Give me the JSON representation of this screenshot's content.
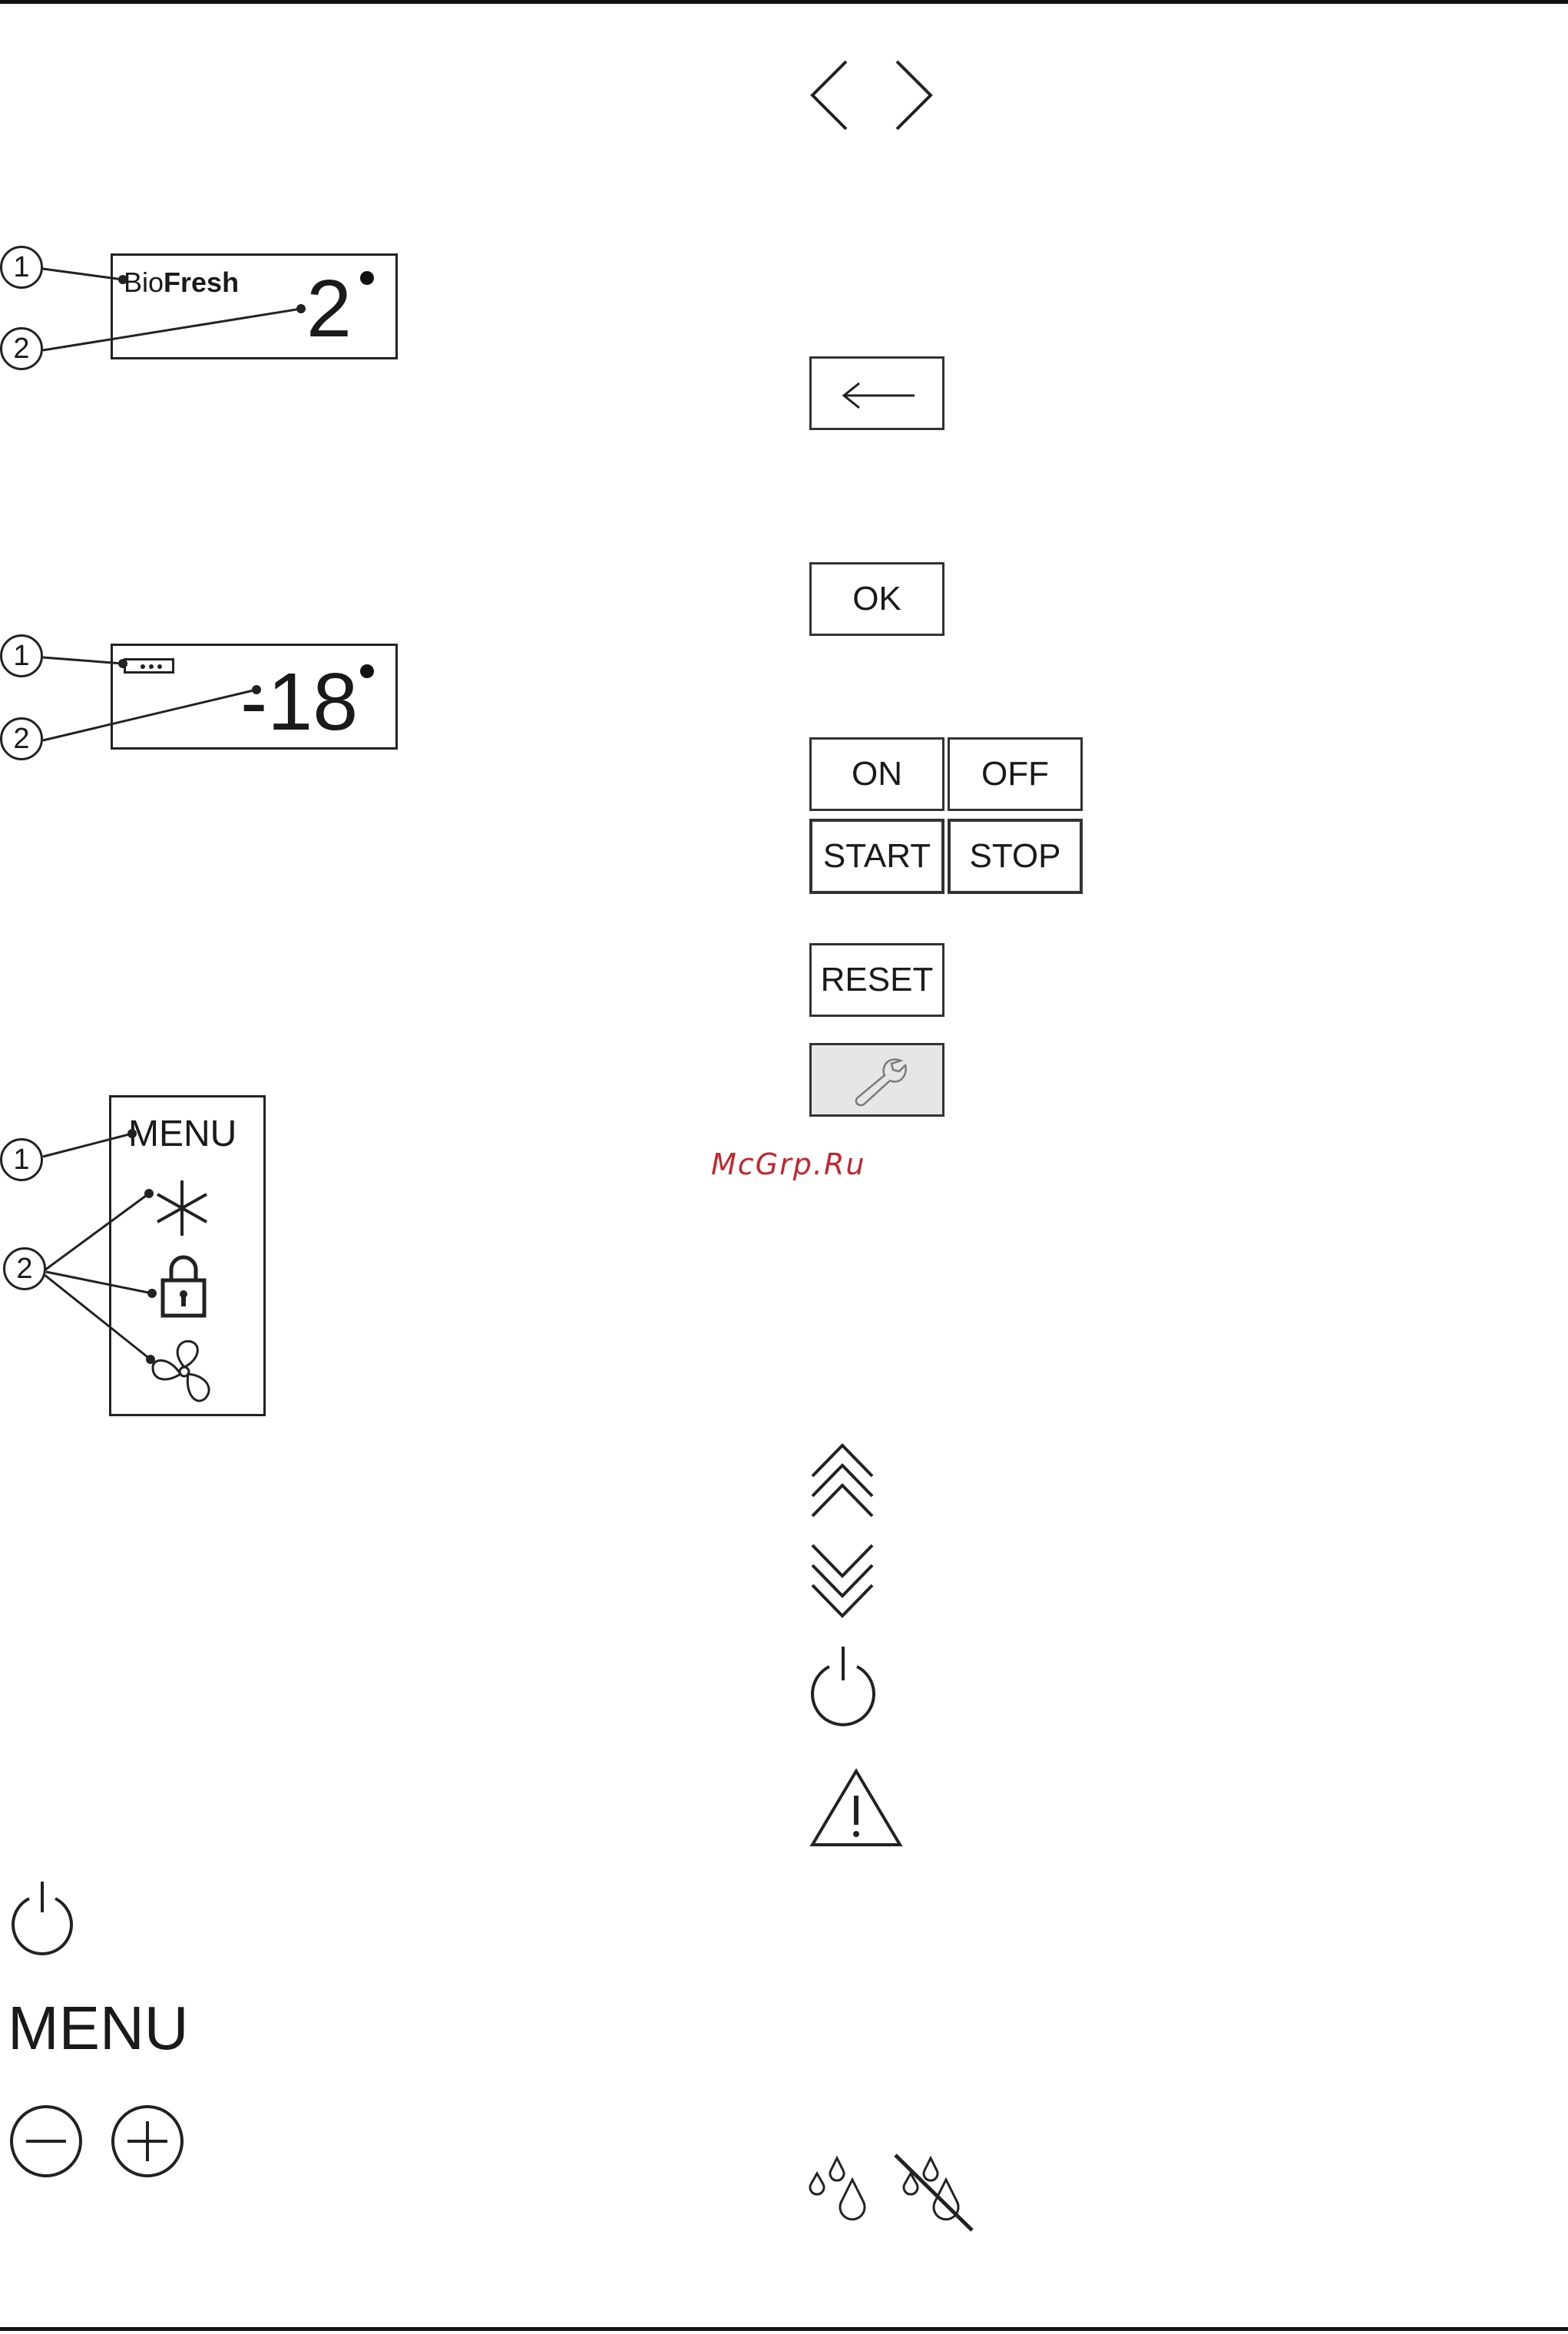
{
  "display_biofresh": {
    "callout_1": "1",
    "callout_2": "2",
    "label_bio": "Bio",
    "label_fresh": "Fresh",
    "temperature": "2"
  },
  "display_freezer": {
    "callout_1": "1",
    "callout_2": "2",
    "temperature": "-18"
  },
  "display_menu": {
    "callout_1": "1",
    "callout_2": "2",
    "label": "MENU"
  },
  "controls_left": {
    "menu_label": "MENU"
  },
  "buttons": {
    "ok": "OK",
    "on": "ON",
    "off": "OFF",
    "start": "START",
    "stop": "STOP",
    "reset": "RESET"
  },
  "watermark": "McGrp.Ru",
  "icons": {
    "navigation": [
      "chevron-left-icon",
      "chevron-right-icon"
    ],
    "back": "arrow-left-icon",
    "service": "wrench-icon",
    "menu_symbols": [
      "snowflake-icon",
      "padlock-icon",
      "fan-icon"
    ],
    "status": [
      "double-chevron-up-icon",
      "double-chevron-down-icon",
      "power-icon",
      "warning-icon"
    ],
    "humidity": [
      "drops-icon",
      "drops-off-icon"
    ],
    "left_controls": [
      "power-icon",
      "minus-icon",
      "plus-icon"
    ]
  }
}
